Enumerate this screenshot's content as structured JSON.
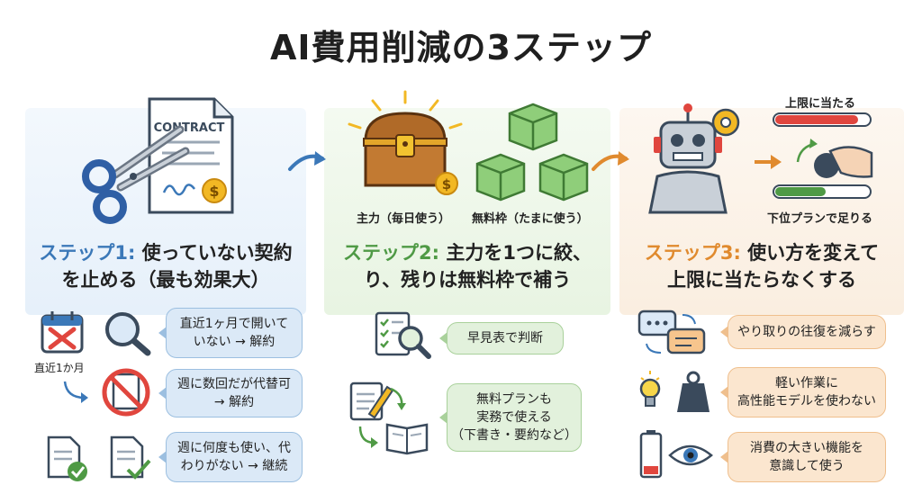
{
  "title": "AI費用削減の3ステップ",
  "colors": {
    "step1": "#3b78b8",
    "step2": "#4f9a45",
    "step3": "#e08a2e"
  },
  "step1": {
    "step_label": "ステップ1:",
    "heading_line1": " 使っていない契約",
    "heading_line2": "を止める（最も効果大）",
    "illustration_text": "CONTRACT",
    "calendar_caption": "直近1か月",
    "items": [
      {
        "line1": "直近1ヶ月で開いて",
        "line2": "いない → 解約"
      },
      {
        "line1": "週に数回だが代替可",
        "line2": "→ 解約"
      },
      {
        "line1": "週に何度も使い、代",
        "line2": "わりがない → 継続"
      }
    ]
  },
  "step2": {
    "step_label": "ステップ2:",
    "heading_line1": " 主力を1つに絞、",
    "heading_line2": "り、残りは無料枠で補う",
    "chest_caption": "主力（毎日使う）",
    "boxes_caption": "無料枠（たまに使う）",
    "items": [
      {
        "line1": "早見表で判断"
      },
      {
        "line1": "無料プランも",
        "line2": "実務で使える",
        "line3": "（下書き・要約など）"
      }
    ]
  },
  "step3": {
    "step_label": "ステップ3:",
    "heading_line1": " 使い方を変えて",
    "heading_line2": "上限に当たらなくする",
    "gauge_top_label": "上限に当たる",
    "gauge_bottom_label": "下位プランで足りる",
    "items": [
      {
        "line1": "やり取りの往復を減らす"
      },
      {
        "line1": "軽い作業に",
        "line2": "高性能モデルを使わない"
      },
      {
        "line1": "消費の大きい機能を",
        "line2": "意識して使う"
      }
    ]
  }
}
